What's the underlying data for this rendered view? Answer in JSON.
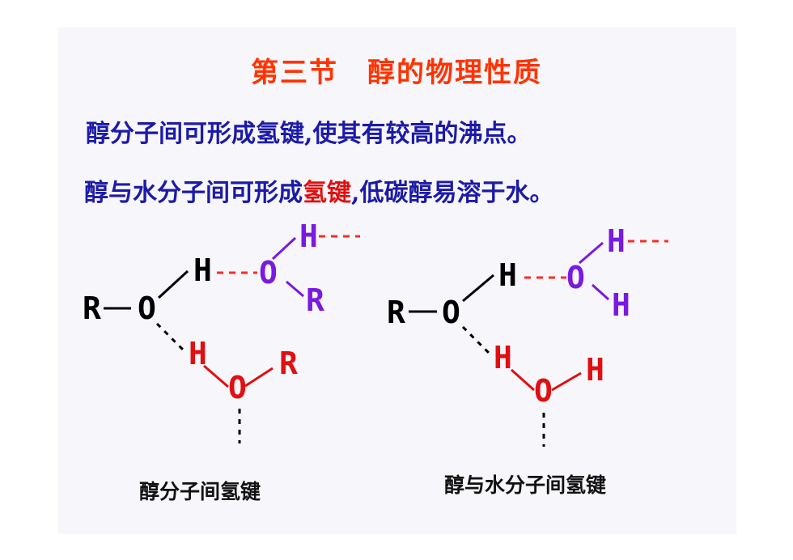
{
  "title": {
    "part1": "第三节",
    "part2": "醇的物理性质"
  },
  "body": {
    "line1": "醇分子间可形成氢键,使其有较高的沸点。",
    "line2_a": "醇与水分子间可形成",
    "line2_b": "氢键",
    "line2_c": ",低碳醇易溶于水。"
  },
  "diagram_left": {
    "atoms": [
      "R",
      "O",
      "H",
      "O",
      "H",
      "R",
      "H",
      "O",
      "R"
    ],
    "caption": "醇分子间氢键"
  },
  "diagram_right": {
    "atoms": [
      "R",
      "O",
      "H",
      "O",
      "H",
      "H",
      "H",
      "O",
      "H"
    ],
    "caption": "醇与水分子间氢键"
  },
  "colors": {
    "title": "#ff3300",
    "body_text": "#1c1aa8",
    "highlight": "#e01010",
    "purple_molecule": "#7a1ae0",
    "red_molecule": "#e01010",
    "black": "#000000"
  }
}
